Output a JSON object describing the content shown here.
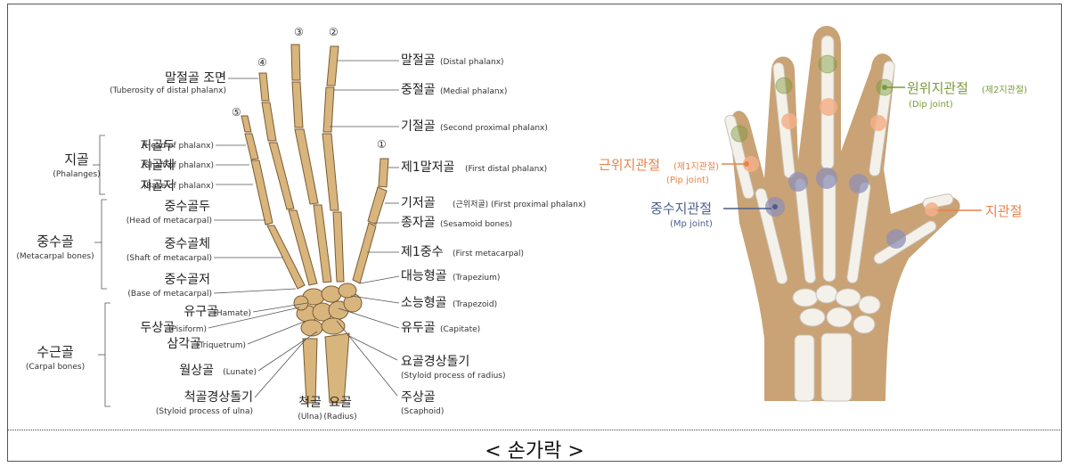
{
  "caption": "< 손가락 >",
  "left_diagram": {
    "finger_numbers": [
      "②",
      "③",
      "④",
      "⑤",
      "①"
    ],
    "left_labels": [
      {
        "ko": "말절골 조면",
        "en": "(Tuberosity of distal phalanx)"
      },
      {
        "ko": "지골두",
        "en": "(Head of phalanx)"
      },
      {
        "ko": "지골체",
        "en": "(Shaft of phalanx)"
      },
      {
        "ko": "지골저",
        "en": "(Base of phalanx)"
      },
      {
        "ko": "중수골두",
        "en": "(Head of metacarpal)"
      },
      {
        "ko": "중수골체",
        "en": "(Shaft of metacarpal)"
      },
      {
        "ko": "중수골저",
        "en": "(Base of metacarpal)"
      },
      {
        "ko": "유구골",
        "en": "(Hamate)"
      },
      {
        "ko": "두상골",
        "en": "(Pisiform)"
      },
      {
        "ko": "삼각골",
        "en": "(Triquetrum)"
      },
      {
        "ko": "월상골",
        "en": "(Lunate)"
      },
      {
        "ko": "척골경상돌기",
        "en": "(Styloid process of ulna)"
      }
    ],
    "groups": [
      {
        "ko": "지골",
        "en": "(Phalanges)"
      },
      {
        "ko": "중수골",
        "en": "(Metacarpal bones)"
      },
      {
        "ko": "수근골",
        "en": "(Carpal bones)"
      }
    ],
    "bottom_labels": [
      {
        "ko": "척골",
        "en": "(Ulna)"
      },
      {
        "ko": "요골",
        "en": "(Radius)"
      }
    ],
    "right_labels": [
      {
        "ko": "말절골",
        "en": "(Distal phalanx)"
      },
      {
        "ko": "중절골",
        "en": "(Medial phalanx)"
      },
      {
        "ko": "기절골",
        "en": "(Second proximal phalanx)"
      },
      {
        "ko": "제1말저골",
        "en": "(First distal phalanx)"
      },
      {
        "ko": "기저골",
        "en": "(근위저골) (First proximal phalanx)"
      },
      {
        "ko": "종자골",
        "en": "(Sesamoid bones)"
      },
      {
        "ko": "제1중수",
        "en": "(First metacarpal)"
      },
      {
        "ko": "대능형골",
        "en": "(Trapezium)"
      },
      {
        "ko": "소능형골",
        "en": "(Trapezoid)"
      },
      {
        "ko": "유두골",
        "en": "(Capitate)"
      },
      {
        "ko": "요골경상돌기",
        "en": "(Styloid process of radius)"
      },
      {
        "ko": "주상골",
        "en": "(Scaphoid)"
      }
    ]
  },
  "right_diagram": {
    "dip": {
      "ko": "원위지관절",
      "sub": "(제2지관절)",
      "en": "(Dip joint)",
      "color": "#7a9a3a"
    },
    "pip": {
      "ko": "근위지관절",
      "sub": "(제1지관절)",
      "en": "(Pip joint)",
      "color": "#e8824a"
    },
    "mp": {
      "ko": "중수지관절",
      "en": "(Mp joint)",
      "color": "#4a5f8c"
    },
    "ip": {
      "ko": "지관절",
      "color": "#e8824a"
    },
    "skin_color": "#c9a275"
  }
}
